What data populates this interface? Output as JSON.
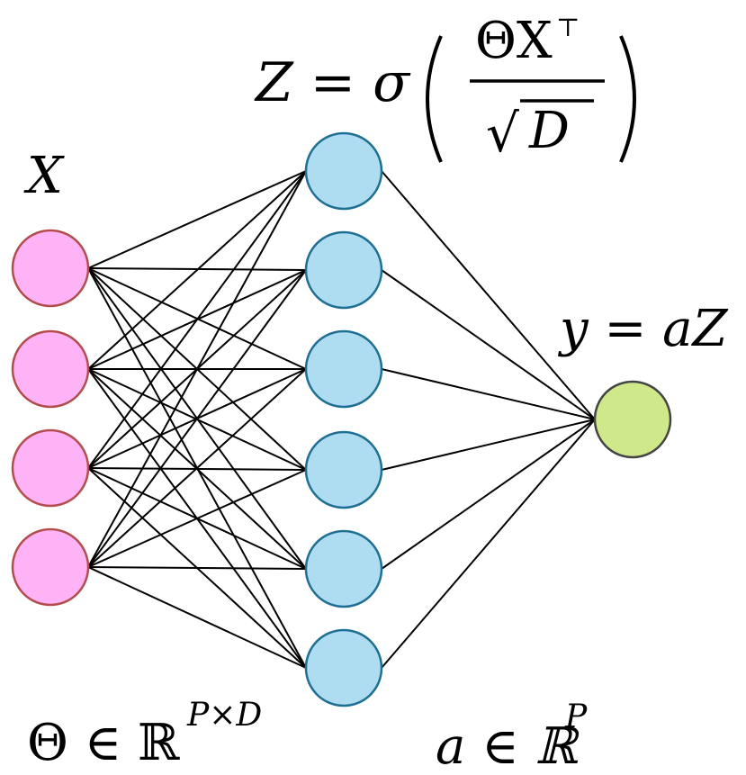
{
  "labels": {
    "input_symbol": "X",
    "hidden_eq_lhs": "Z = σ",
    "hidden_numerator": "ΘX",
    "hidden_numerator_sup": "⊤",
    "hidden_denominator_root": "√",
    "hidden_denominator_var": "D",
    "output_eq": "y = aZ",
    "theta_base": "Θ ∈ ℝ",
    "theta_sup": "P×D",
    "a_base": "a ∈ ℝ",
    "a_sup": "P"
  },
  "network": {
    "input_count": 4,
    "hidden_count": 6,
    "output_count": 1
  },
  "colors": {
    "input_fill": "#ffb3f7",
    "input_stroke": "#b34d4d",
    "hidden_fill": "#aedcf0",
    "hidden_stroke": "#1f6f94",
    "output_fill": "#cfe88a",
    "output_stroke": "#444444",
    "edge": "#000000"
  }
}
